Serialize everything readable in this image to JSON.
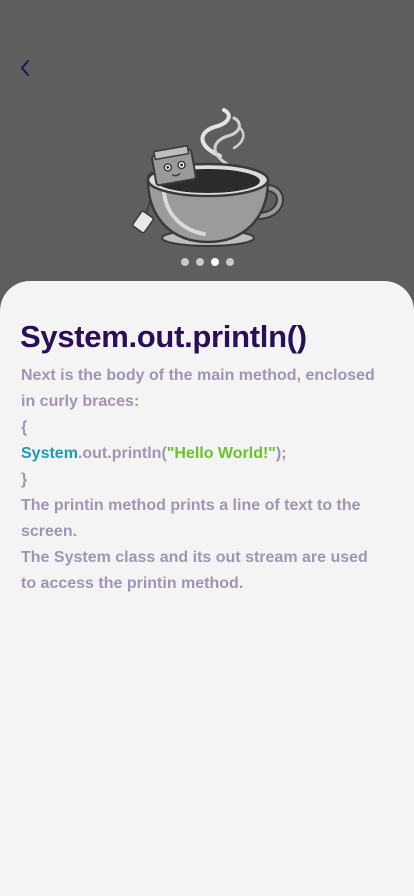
{
  "nav": {
    "back_icon": "chevron-left-icon"
  },
  "illustration": {
    "icon": "coffee-cup-robot-illustration"
  },
  "pager": {
    "total": 4,
    "active_index": 2
  },
  "lesson": {
    "title": "System.out.println()",
    "paragraph1_line1": "Next is the body of the main method, enclosed",
    "paragraph1_line2": "in curly braces:",
    "brace_open": "{",
    "code": {
      "class_name": "System",
      "method_part": ".out.println(",
      "string_literal": "\"Hello World!\"",
      "end": ");"
    },
    "brace_close": "}",
    "paragraph2_line1": "The printin method prints a line of text to the",
    "paragraph2_line2": "screen.",
    "paragraph3_line1": "The System class and its out stream are used",
    "paragraph3_line2": "to access the printin method."
  },
  "colors": {
    "header_bg": "#5e5e5e",
    "sheet_bg": "#f4f4f4",
    "title": "#2a0f57",
    "body_text": "#a294b2",
    "code_class": "#1f9bb0",
    "code_string": "#6cc22a"
  }
}
